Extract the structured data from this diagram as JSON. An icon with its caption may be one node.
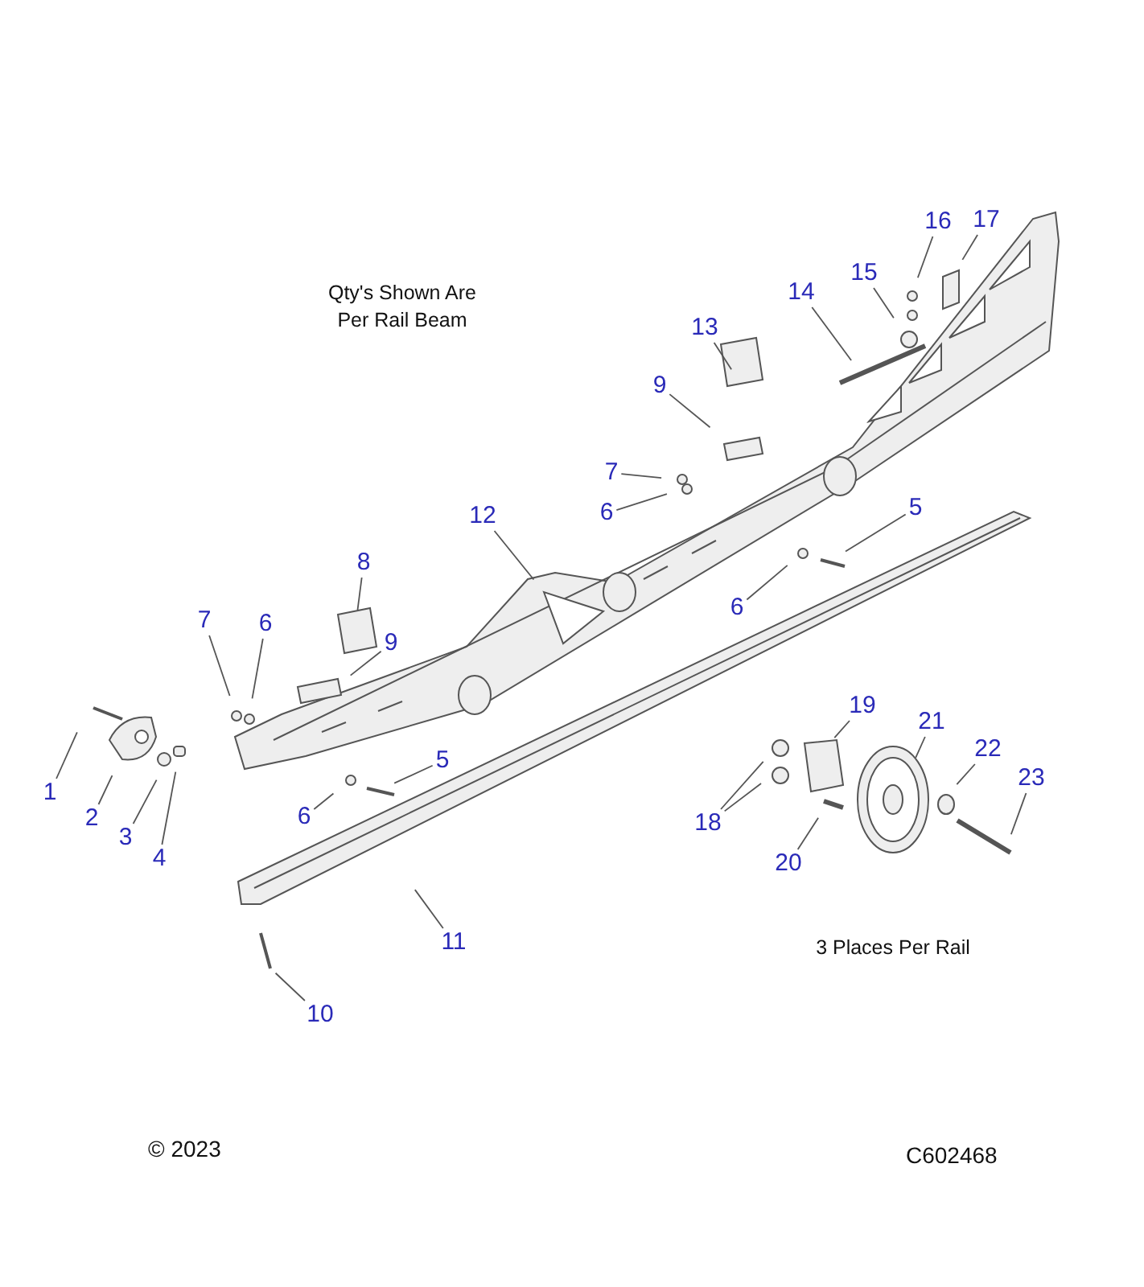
{
  "diagram": {
    "nodes": [
      {
        "text": [
          "16"
        ]
      },
      {
        "text": [
          "17"
        ]
      },
      {
        "text": [
          "15"
        ]
      },
      {
        "text": [
          "14"
        ]
      },
      {
        "text": [
          "13"
        ]
      },
      {
        "text": [
          "9"
        ]
      },
      {
        "text": [
          "7"
        ]
      },
      {
        "text": [
          "6"
        ]
      },
      {
        "text": [
          "12"
        ]
      },
      {
        "text": [
          "5"
        ]
      },
      {
        "text": [
          "8"
        ]
      },
      {
        "text": [
          "6"
        ]
      },
      {
        "text": [
          "7"
        ]
      },
      {
        "text": [
          "6"
        ]
      },
      {
        "text": [
          "9"
        ]
      },
      {
        "text": [
          "19"
        ]
      },
      {
        "text": [
          "5"
        ]
      },
      {
        "text": [
          "21"
        ]
      },
      {
        "text": [
          "1"
        ]
      },
      {
        "text": [
          "22"
        ]
      },
      {
        "text": [
          "23"
        ]
      },
      {
        "text": [
          "6"
        ]
      },
      {
        "text": [
          "2"
        ]
      },
      {
        "text": [
          "18"
        ]
      },
      {
        "text": [
          "3"
        ]
      },
      {
        "text": [
          "20"
        ]
      },
      {
        "text": [
          "4"
        ]
      },
      {
        "text": [
          "11"
        ]
      },
      {
        "text": [
          "10"
        ]
      }
    ],
    "edges": [
      {
        "from": 0,
        "to": null,
        "arrow": "none"
      },
      {
        "from": 1,
        "to": null,
        "arrow": "none"
      },
      {
        "from": 2,
        "to": null,
        "arrow": "none"
      },
      {
        "from": 3,
        "to": null,
        "arrow": "none"
      },
      {
        "from": 4,
        "to": null,
        "arrow": "none"
      },
      {
        "from": 5,
        "to": null,
        "arrow": "none"
      },
      {
        "from": 6,
        "to": null,
        "arrow": "none"
      },
      {
        "from": 7,
        "to": null,
        "arrow": "none"
      },
      {
        "from": 8,
        "to": null,
        "arrow": "none"
      },
      {
        "from": 9,
        "to": null,
        "arrow": "none"
      },
      {
        "from": 10,
        "to": null,
        "arrow": "none"
      },
      {
        "from": 11,
        "to": null,
        "arrow": "none"
      },
      {
        "from": 12,
        "to": null,
        "arrow": "none"
      },
      {
        "from": 13,
        "to": null,
        "arrow": "none"
      },
      {
        "from": 14,
        "to": null,
        "arrow": "none"
      },
      {
        "from": 15,
        "to": null,
        "arrow": "none"
      },
      {
        "from": 16,
        "to": null,
        "arrow": "none"
      },
      {
        "from": 17,
        "to": null,
        "arrow": "none"
      },
      {
        "from": 18,
        "to": null,
        "arrow": "none"
      },
      {
        "from": 19,
        "to": null,
        "arrow": "none"
      },
      {
        "from": 20,
        "to": null,
        "arrow": "none"
      },
      {
        "from": 21,
        "to": null,
        "arrow": "none"
      },
      {
        "from": 22,
        "to": null,
        "arrow": "none"
      },
      {
        "from": 23,
        "to": null,
        "arrow": "none"
      },
      {
        "from": 23,
        "to": null,
        "arrow": "none"
      },
      {
        "from": 24,
        "to": null,
        "arrow": "none"
      },
      {
        "from": 25,
        "to": null,
        "arrow": "none"
      },
      {
        "from": 26,
        "to": null,
        "arrow": "none"
      },
      {
        "from": 27,
        "to": null,
        "arrow": "none"
      },
      {
        "from": 28,
        "to": null,
        "arrow": "none"
      }
    ],
    "labels": [
      "Qty's Shown Are Per Rail Beam",
      "3 Places Per Rail",
      "© 2023",
      "C602468"
    ]
  }
}
